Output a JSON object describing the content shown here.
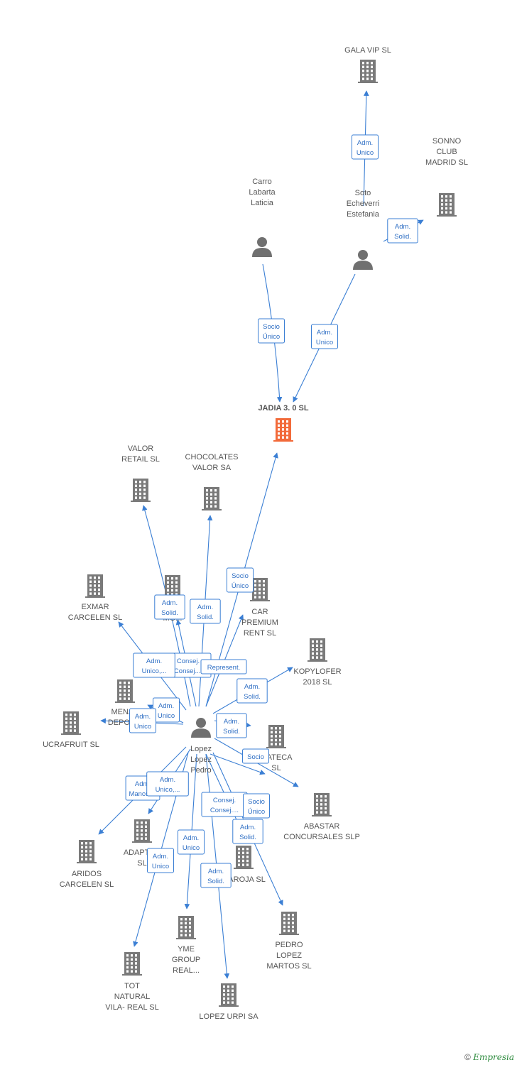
{
  "colors": {
    "company": "#7a7a7a",
    "focus": "#f26a3a",
    "person": "#707070",
    "edge": "#3b7fd4"
  },
  "nodes": [
    {
      "id": "gala",
      "type": "company",
      "label": [
        "GALA VIP  SL"
      ]
    },
    {
      "id": "sonno",
      "type": "company",
      "label": [
        "SONNO",
        "CLUB",
        "MADRID  SL"
      ]
    },
    {
      "id": "carro",
      "type": "person",
      "label": [
        "Carro",
        "Labarta",
        "Laticia"
      ]
    },
    {
      "id": "soto",
      "type": "person",
      "label": [
        "Soto",
        "Echeverri",
        "Estefania"
      ]
    },
    {
      "id": "jadia",
      "type": "focus",
      "label": [
        "JADIA 3. 0  SL"
      ]
    },
    {
      "id": "valor",
      "type": "company",
      "label": [
        "VALOR",
        "RETAIL  SL"
      ]
    },
    {
      "id": "choco",
      "type": "company",
      "label": [
        "CHOCOLATES",
        "VALOR SA"
      ]
    },
    {
      "id": "exmar",
      "type": "company",
      "label": [
        "EXMAR",
        "CARCELEN  SL"
      ]
    },
    {
      "id": "mo",
      "type": "company",
      "label": [
        "MO..."
      ]
    },
    {
      "id": "car",
      "type": "company",
      "label": [
        "CAR",
        "PREMIUM",
        "RENT  SL"
      ]
    },
    {
      "id": "kopy",
      "type": "company",
      "label": [
        "KOPYLOFER",
        "2018  SL"
      ]
    },
    {
      "id": "menj",
      "type": "company",
      "label": [
        "MENJ...",
        "DEPOR..."
      ]
    },
    {
      "id": "ucra",
      "type": "company",
      "label": [
        "UCRAFRUIT SL"
      ]
    },
    {
      "id": "lopez",
      "type": "person",
      "label": [
        "Lopez",
        "Lopez",
        "Pedro"
      ]
    },
    {
      "id": "ateca",
      "type": "company",
      "label": [
        "...ATECA",
        "SL"
      ]
    },
    {
      "id": "abastar",
      "type": "company",
      "label": [
        "ABASTAR",
        "CONCURSALES SLP"
      ]
    },
    {
      "id": "aridos",
      "type": "company",
      "label": [
        "ARIDOS",
        "CARCELEN SL"
      ]
    },
    {
      "id": "adapta",
      "type": "company",
      "label": [
        "ADAPTA...",
        "SL"
      ]
    },
    {
      "id": "baroja",
      "type": "company",
      "label": [
        "...AROJA SL"
      ]
    },
    {
      "id": "pedrolm",
      "type": "company",
      "label": [
        "PEDRO",
        "LOPEZ",
        "MARTOS SL"
      ]
    },
    {
      "id": "yme",
      "type": "company",
      "label": [
        "YME",
        "GROUP",
        "REAL..."
      ]
    },
    {
      "id": "tot",
      "type": "company",
      "label": [
        "TOT",
        "NATURAL",
        "VILA- REAL SL"
      ]
    },
    {
      "id": "urpi",
      "type": "company",
      "label": [
        "LOPEZ URPI SA"
      ]
    }
  ],
  "edges": [
    {
      "from": "soto",
      "to": "gala",
      "label": [
        "Adm.",
        "Unico"
      ]
    },
    {
      "from": "soto",
      "to": "sonno",
      "label": [
        "Adm.",
        "Solid."
      ]
    },
    {
      "from": "carro",
      "to": "jadia",
      "label": [
        "Socio",
        "Único"
      ]
    },
    {
      "from": "soto",
      "to": "jadia",
      "label": [
        "Adm.",
        "Unico"
      ]
    },
    {
      "from": "lopez",
      "to": "jadia",
      "label": [
        "Socio",
        "Único"
      ]
    },
    {
      "from": "lopez",
      "to": "valor",
      "label": [
        "Adm.",
        "Solid."
      ]
    },
    {
      "from": "lopez",
      "to": "choco",
      "label": [
        "Adm.",
        "Solid."
      ]
    },
    {
      "from": "lopez",
      "to": "mo",
      "label": [
        "Consej.",
        "Consej...."
      ]
    },
    {
      "from": "lopez",
      "to": "car",
      "label": [
        "Represent."
      ]
    },
    {
      "from": "lopez",
      "to": "exmar",
      "label": [
        "Adm.",
        "Unico,..."
      ]
    },
    {
      "from": "lopez",
      "to": "kopy",
      "label": [
        "Adm.",
        "Solid."
      ]
    },
    {
      "from": "lopez",
      "to": "menj",
      "label": [
        "Adm.",
        "Unico"
      ]
    },
    {
      "from": "lopez",
      "to": "ucra",
      "label": [
        "Adm.",
        "Unico"
      ]
    },
    {
      "from": "lopez",
      "to": "ateca",
      "label": [
        "Adm.",
        "Solid."
      ]
    },
    {
      "from": "lopez",
      "to": "abastar",
      "label": [
        "Socio"
      ]
    },
    {
      "from": "lopez",
      "to": "aridos",
      "label": [
        "Adm.",
        "Mancom."
      ]
    },
    {
      "from": "lopez",
      "to": "adapta",
      "label": [
        "Adm.",
        "Unico,..."
      ]
    },
    {
      "from": "lopez",
      "to": "baroja",
      "label": [
        "Consej.",
        "Consej...."
      ]
    },
    {
      "from": "lopez",
      "to": "ateca2",
      "label": [
        "Socio",
        "Único"
      ]
    },
    {
      "from": "lopez",
      "to": "pedrolm",
      "label": [
        "Adm.",
        "Solid."
      ]
    },
    {
      "from": "lopez",
      "to": "yme",
      "label": [
        "Adm.",
        "Unico"
      ]
    },
    {
      "from": "lopez",
      "to": "tot",
      "label": [
        "Adm.",
        "Unico"
      ]
    },
    {
      "from": "lopez",
      "to": "urpi",
      "label": [
        "Adm.",
        "Solid."
      ]
    }
  ],
  "watermark": {
    "symbol": "©",
    "brand": "Empresia"
  }
}
